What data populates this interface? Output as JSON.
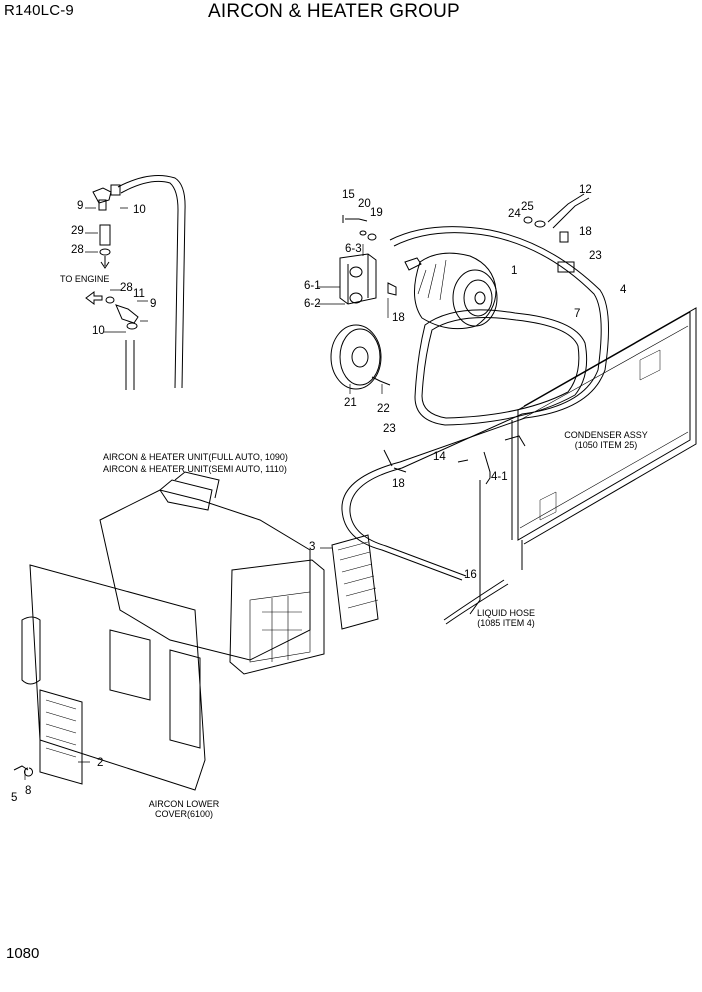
{
  "header": {
    "model": "R140LC-9",
    "title": "AIRCON & HEATER GROUP"
  },
  "footer": {
    "page": "1080"
  },
  "notes": {
    "to_engine": "TO ENGINE",
    "unit_full": "AIRCON & HEATER UNIT(FULL AUTO, 1090)",
    "unit_semi": "AIRCON & HEATER UNIT(SEMI AUTO, 1110)",
    "condenser_1": "CONDENSER ASSY",
    "condenser_2": "(1050 ITEM 25)",
    "liquid_1": "LIQUID HOSE",
    "liquid_2": "(1085 ITEM 4)",
    "lower_1": "AIRCON LOWER",
    "lower_2": "COVER(6100)"
  },
  "callouts": {
    "c9a": "9",
    "c10a": "10",
    "c29": "29",
    "c28a": "28",
    "c28b": "28",
    "c11": "11",
    "c9b": "9",
    "c10b": "10",
    "c15": "15",
    "c20": "20",
    "c19": "19",
    "c63": "6-3",
    "c61": "6-1",
    "c62": "6-2",
    "c18a": "18",
    "c21": "21",
    "c22": "22",
    "c1": "1",
    "c12": "12",
    "c25": "25",
    "c24": "24",
    "c18b": "18",
    "c23a": "23",
    "c4": "4",
    "c7": "7",
    "c23b": "23",
    "c14": "14",
    "c18c": "18",
    "c41": "4-1",
    "c16": "16",
    "c3": "3",
    "c2": "2",
    "c5": "5",
    "c8": "8"
  },
  "colors": {
    "line": "#000000",
    "background": "#ffffff"
  }
}
